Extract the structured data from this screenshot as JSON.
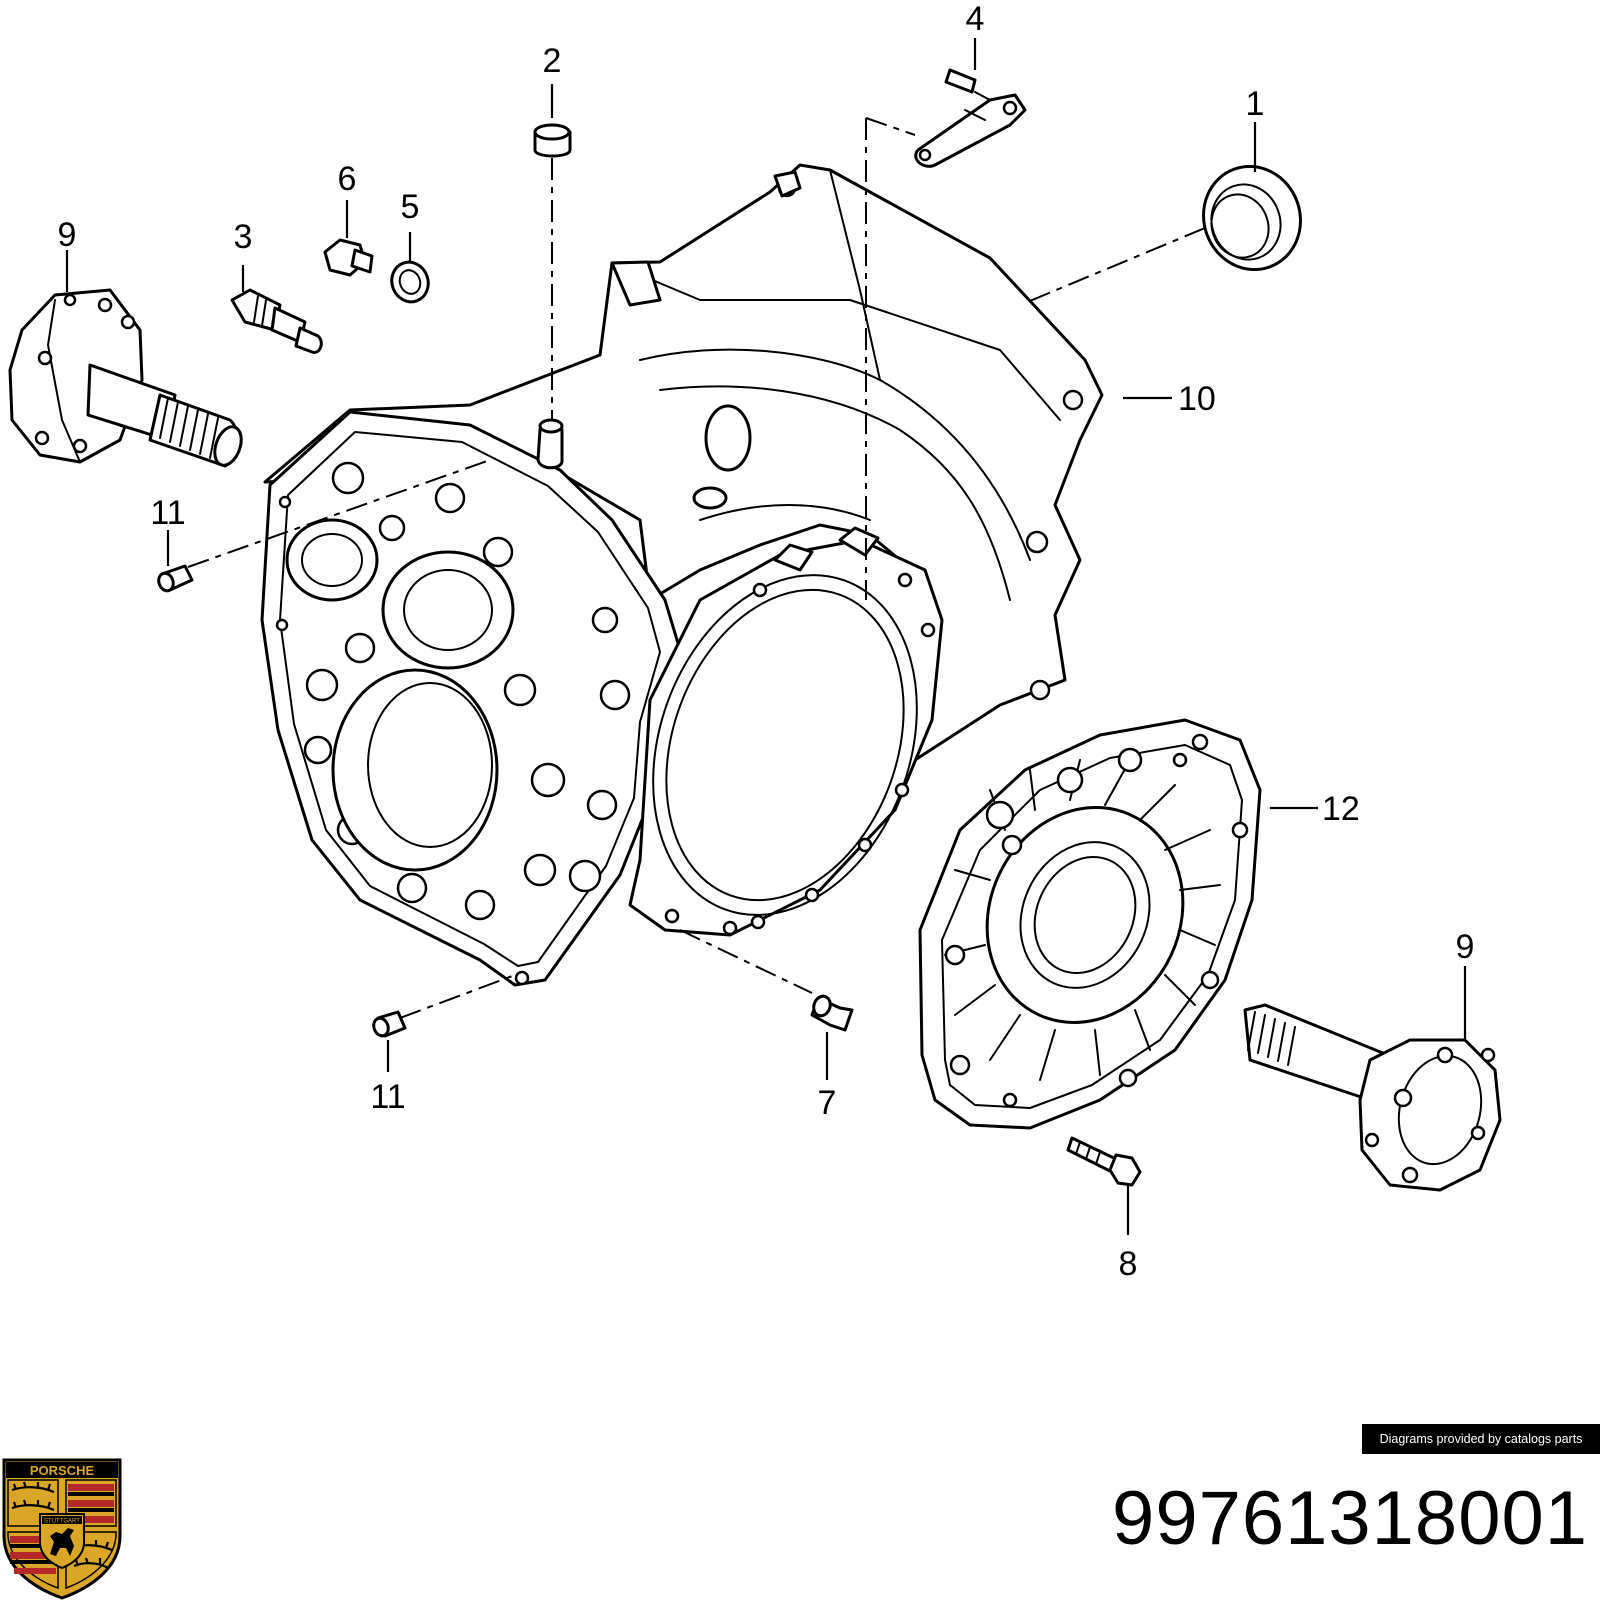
{
  "callouts": {
    "c1": "1",
    "c2": "2",
    "c3": "3",
    "c4": "4",
    "c5": "5",
    "c6": "6",
    "c7": "7",
    "c8": "8",
    "c9a": "9",
    "c9b": "9",
    "c10": "10",
    "c11a": "11",
    "c11b": "11",
    "c12": "12"
  },
  "credit": "Diagrams provided by catalogs parts",
  "part_number": "99761318001",
  "logo": {
    "brand_text": "PORSCHE",
    "city_text": "STUTTGART",
    "colors": {
      "gold": "#d9a628",
      "red": "#b5282a",
      "black": "#000000"
    }
  }
}
